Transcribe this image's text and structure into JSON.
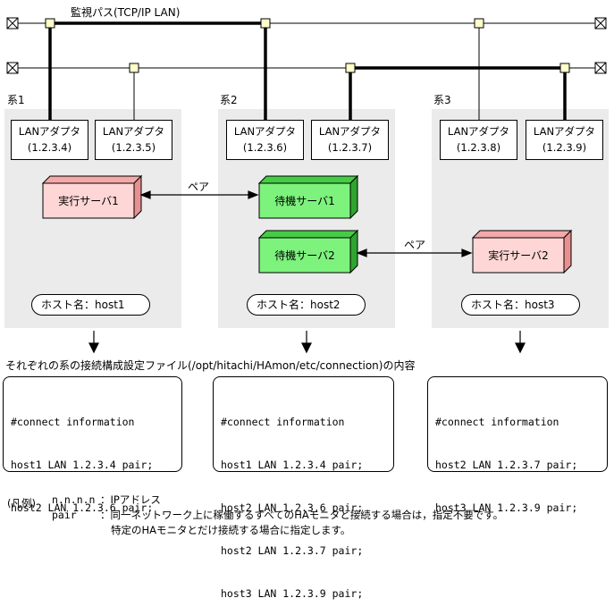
{
  "network": {
    "monitor_path_label": "監視パス(TCP/IP LAN)"
  },
  "systems": [
    {
      "label": "系1",
      "adapters": [
        {
          "title": "LANアダプタ",
          "ip": "(1.2.3.4)"
        },
        {
          "title": "LANアダプタ",
          "ip": "(1.2.3.5)"
        }
      ],
      "host": "ホスト名：host1"
    },
    {
      "label": "系2",
      "adapters": [
        {
          "title": "LANアダプタ",
          "ip": "(1.2.3.6)"
        },
        {
          "title": "LANアダプタ",
          "ip": "(1.2.3.7)"
        }
      ],
      "host": "ホスト名：host2"
    },
    {
      "label": "系3",
      "adapters": [
        {
          "title": "LANアダプタ",
          "ip": "(1.2.3.8)"
        },
        {
          "title": "LANアダプタ",
          "ip": "(1.2.3.9)"
        }
      ],
      "host": "ホスト名：host3"
    }
  ],
  "servers": {
    "active1": "実行サーバ1",
    "standby1": "待機サーバ1",
    "standby2": "待機サーバ2",
    "active2": "実行サーバ2",
    "pair_label": "ペア"
  },
  "colors": {
    "active_face": "#ffd6d6",
    "active_side": "#f4a8a8",
    "standby_face": "#7df27d",
    "standby_side": "#45cc45",
    "system_bg": "#ebebeb",
    "node_fill": "#ffffcc"
  },
  "config_caption": "それぞれの系の接続構成設定ファイル(/opt/hitachi/HAmon/etc/connection)の内容",
  "config_files": [
    {
      "lines": [
        "#connect information",
        "host1 LAN 1.2.3.4 pair;",
        "host2 LAN 1.2.3.6 pair;"
      ]
    },
    {
      "lines": [
        "#connect information",
        "host1 LAN 1.2.3.4 pair;",
        "host2 LAN 1.2.3.6 pair;",
        "host2 LAN 1.2.3.7 pair;",
        "host3 LAN 1.2.3.9 pair;"
      ]
    },
    {
      "lines": [
        "#connect information",
        "host2 LAN 1.2.3.7 pair;",
        "host3 LAN 1.2.3.9 pair;"
      ]
    }
  ],
  "legend": {
    "heading": "(凡例)",
    "term1": "n.n.n.n",
    "desc1": "：IPアドレス",
    "term2": "pair",
    "desc2": "：同一ネットワーク上に稼働するすべてのHAモニタと接続する場合は，指定不要です。",
    "desc3": "特定のHAモニタとだけ接続する場合に指定します。"
  }
}
